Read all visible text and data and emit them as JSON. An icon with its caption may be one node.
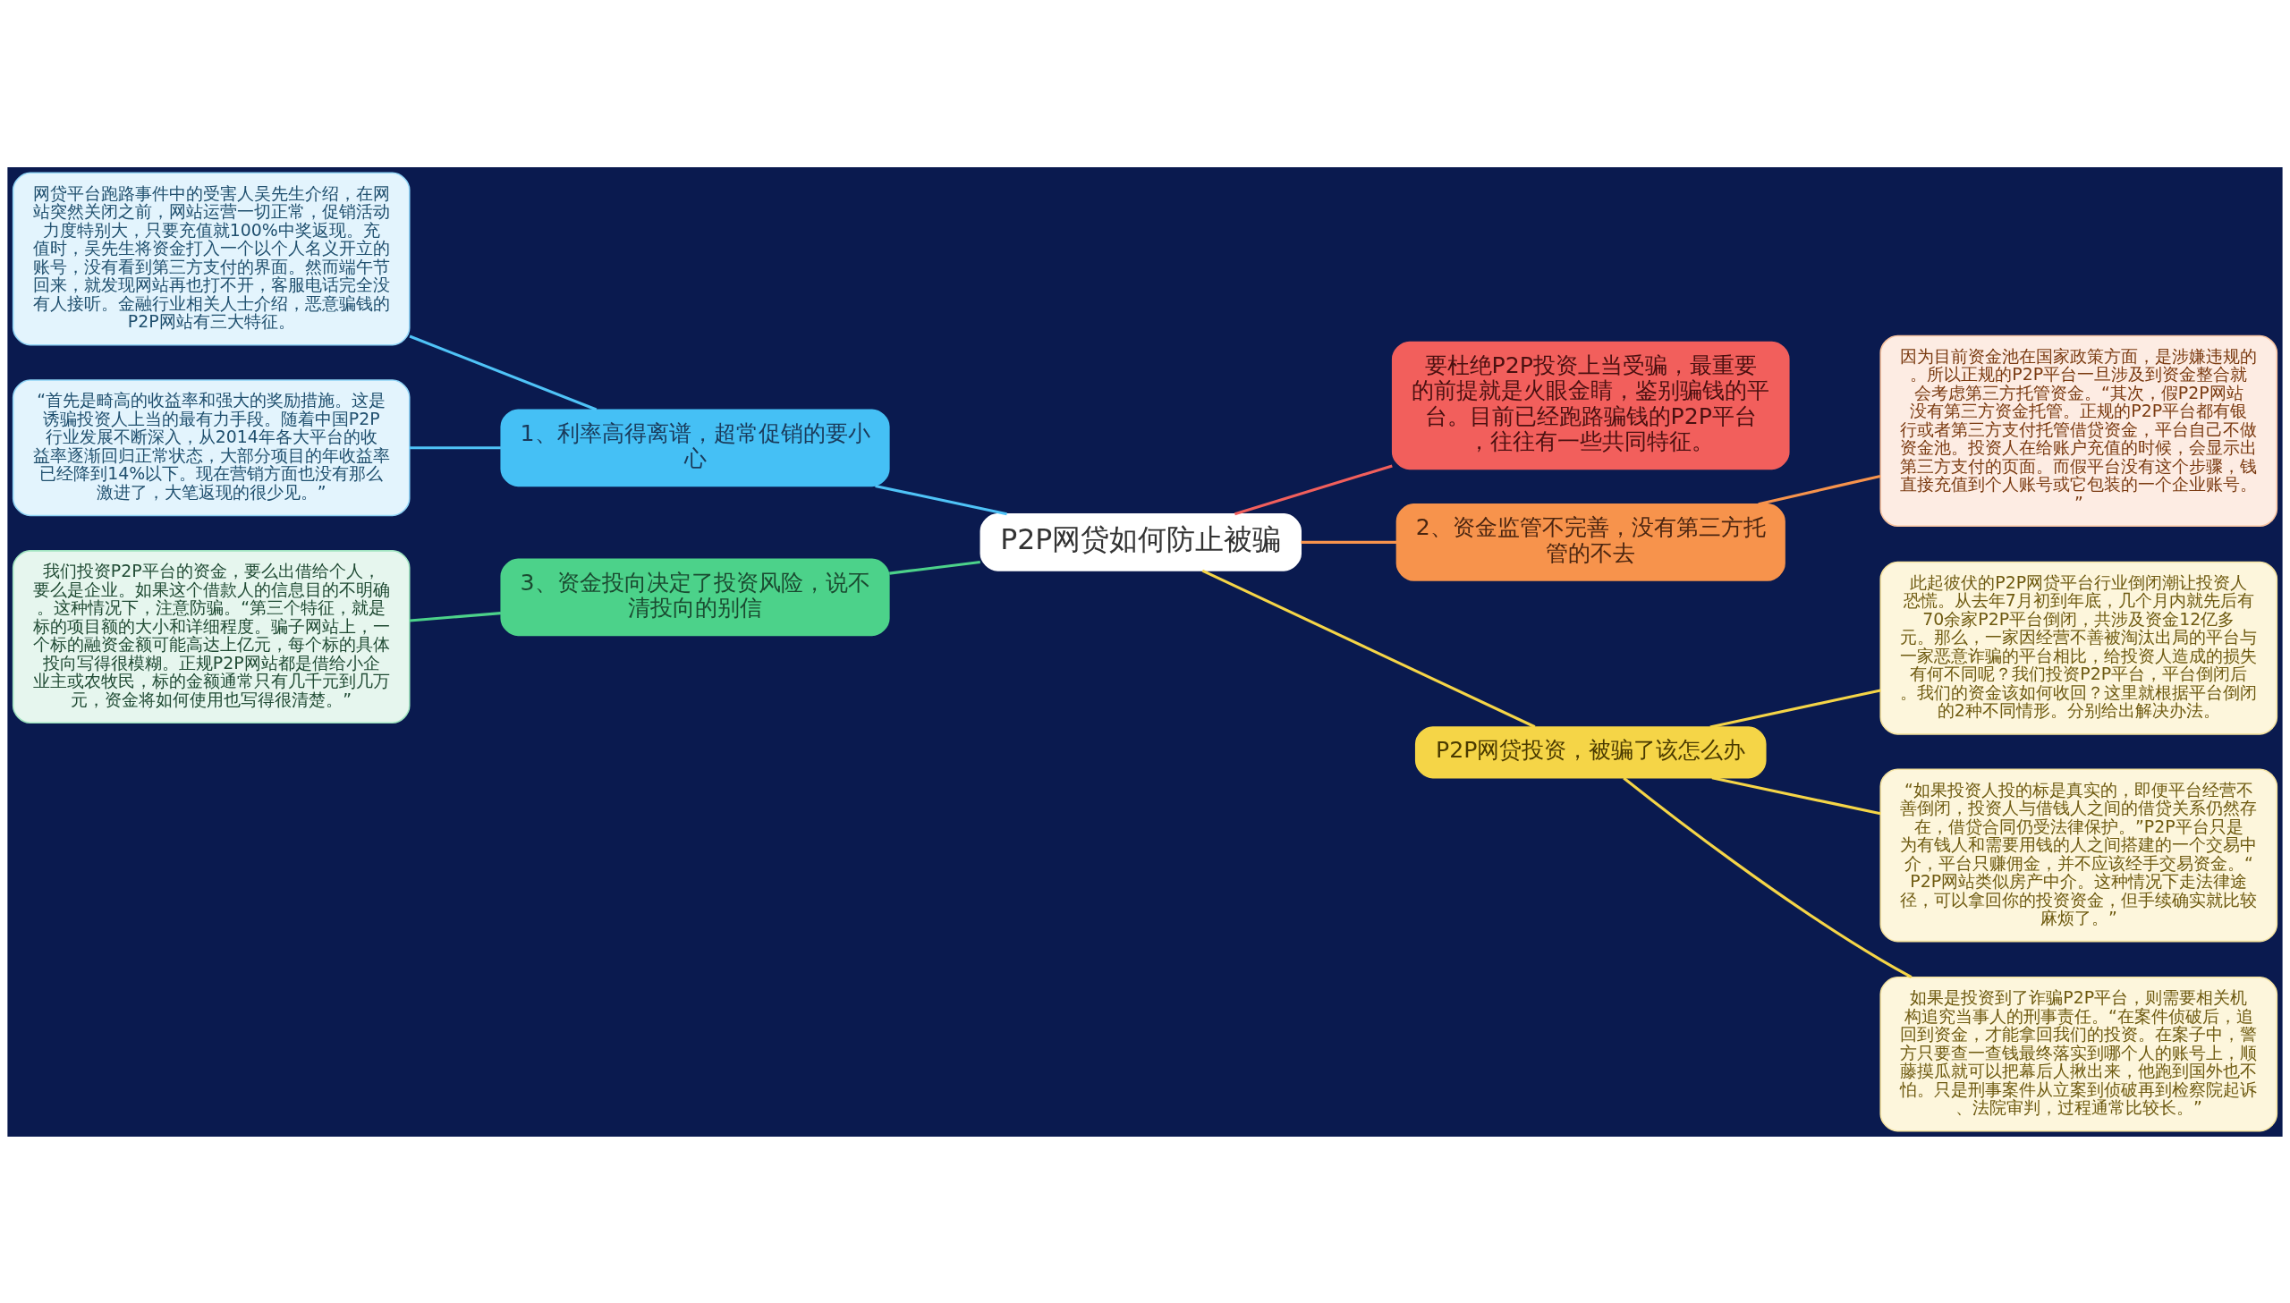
{
  "diagram": {
    "nodes": [
      {
        "text": [
          "P2P网贷如何防止被骗"
        ]
      },
      {
        "text": [
          "1、利率高得离谱，超常促销的要小心"
        ]
      },
      {
        "text": [
          "网贷平台跑路事件中的受害人吴先生介绍，在网站突然关闭之前，网站运营一切正常，促销活动力度特别大，只要充值就100%中奖返现。充值时，吴先生将资金打入一个以个人名义开立的账号，没有看到第三方支付的界面。然而端午节回来，就发现网站再也打不开，客服电话完全没有人接听。金融行业相关人士介绍，恶意骗钱的P2P网站有三大特征。"
        ]
      },
      {
        "text": [
          "“首先是畸高的收益率和强大的奖励措施。这是诱骗投资人上当的最有力手段。随着中国P2P行业发展不断深入，从2014年各大平台的收益率逐渐回归正常状态，大部分项目的年收益率已经降到14%以下。现在营销方面也没有那么激进了，大笔返现的很少见。”"
        ]
      },
      {
        "text": [
          "3、资金投向决定了投资风险，说不清投向的别信"
        ]
      },
      {
        "text": [
          "我们投资P2P平台的资金，要么出借给个人，要么是企业。如果这个借款人的信息目的不明确。这种情况下，注意防骗。“第三个特征，就是标的项目额的大小和详细程度。骗子网站上，一个标的融资金额可能高达上亿元，每个标的具体投向写得很模糊。正规P2P网站都是借给小企业主或农牧民，标的金额通常只有几千元到几万元，资金将如何使用也写得很清楚。”"
        ]
      },
      {
        "text": [
          "要杜绝P2P投资上当受骗，最重要的前提就是火眼金睛，鉴别骗钱的平台。目前已经跑路骗钱的P2P平台，往往有一些共同特征。"
        ]
      },
      {
        "text": [
          "2、资金监管不完善，没有第三方托管的不去"
        ]
      },
      {
        "text": [
          "因为目前资金池在国家政策方面，是涉嫌违规的。所以正规的P2P平台一旦涉及到资金整合就会考虑第三方托管资金。“其次，假P2P网站没有第三方资金托管。正规的P2P平台都有银行或者第三方支付托管借贷资金，平台自己不做资金池。投资人在给账户充值的时候，会显示出第三方支付的页面。而假平台没有这个步骤，钱直接充值到个人账号或它包装的一个企业账号。”"
        ]
      },
      {
        "text": [
          "P2P网贷投资，被骗了该怎么办"
        ]
      },
      {
        "text": [
          "此起彼伏的P2P网贷平台行业倒闭潮让投资人恐慌。从去年7月初到年底，几个月内就先后有70余家P2P平台倒闭，共涉及资金12亿多元。那么，一家因经营不善被淘汰出局的平台与一家恶意诈骗的平台相比，给投资人造成的损失有何不同呢？我们投资P2P平台，平台倒闭后。我们的资金该如何收回？这里就根据平台倒闭的2种不同情形。分别给出解决办法。"
        ]
      },
      {
        "text": [
          "“如果投资人投的标是真实的，即便平台经营不善倒闭，投资人与借钱人之间的借贷关系仍然存在，借贷合同仍受法律保护。”P2P平台只是为有钱人和需要用钱的人之间搭建的一个交易中介，平台只赚佣金，并不应该经手交易资金。“P2P网站类似房产中介。这种情况下走法律途径，可以拿回你的投资资金，但手续确实就比较麻烦了。”"
        ]
      },
      {
        "text": [
          "如果是投资到了诈骗P2P平台，则需要相关机构追究当事人的刑事责任。“在案件侦破后，追回到资金，才能拿回我们的投资。在案子中，警方只要查一查钱最终落实到哪个人的账号上，顺藤摸瓜就可以把幕后人揪出来，他跑到国外也不怕。只是刑事案件从立案到侦破再到检察院起诉、法院审判，过程通常比较长。”"
        ]
      }
    ],
    "edges": [
      {
        "from": 0,
        "to": 1,
        "arrow": "none",
        "color": "#4fc3f7"
      },
      {
        "from": 1,
        "to": 2,
        "arrow": "none",
        "color": "#4fc3f7"
      },
      {
        "from": 1,
        "to": 3,
        "arrow": "none",
        "color": "#4fc3f7"
      },
      {
        "from": 0,
        "to": 4,
        "arrow": "none",
        "color": "#4cd28a"
      },
      {
        "from": 4,
        "to": 5,
        "arrow": "none",
        "color": "#4cd28a"
      },
      {
        "from": 0,
        "to": 6,
        "arrow": "none",
        "color": "#f25f5c"
      },
      {
        "from": 0,
        "to": 7,
        "arrow": "none",
        "color": "#f7934c"
      },
      {
        "from": 7,
        "to": 8,
        "arrow": "none",
        "color": "#f7934c"
      },
      {
        "from": 0,
        "to": 9,
        "arrow": "none",
        "color": "#f5d547"
      },
      {
        "from": 9,
        "to": 10,
        "arrow": "none",
        "color": "#f5d547"
      },
      {
        "from": 9,
        "to": 11,
        "arrow": "none",
        "color": "#f5d547"
      },
      {
        "from": 9,
        "to": 12,
        "arrow": "none",
        "color": "#f5d547"
      }
    ]
  }
}
